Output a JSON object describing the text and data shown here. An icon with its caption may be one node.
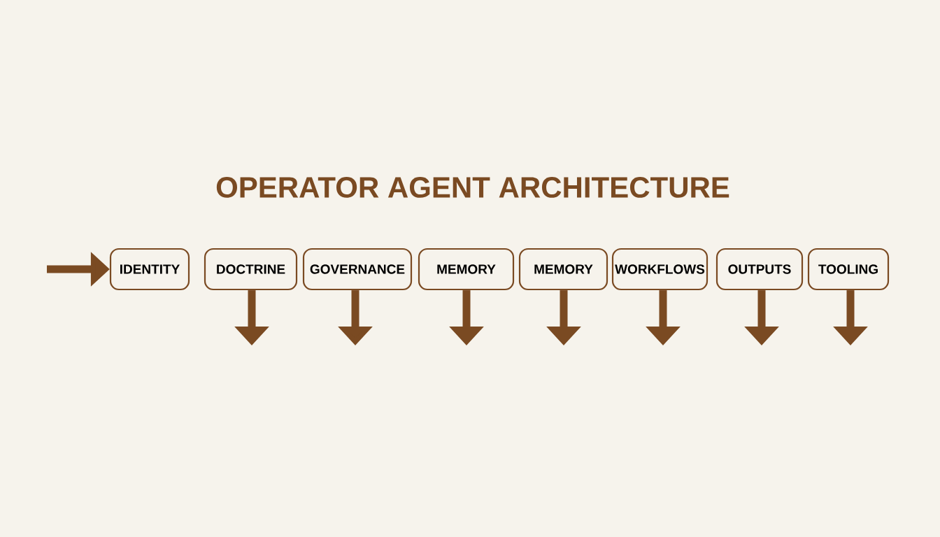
{
  "diagram": {
    "title": "OPERATOR AGENT ARCHITECTURE",
    "nodes": [
      {
        "text": [
          "IDENTITY"
        ]
      },
      {
        "text": [
          "DOCTRINE"
        ]
      },
      {
        "text": [
          "GOVERNANCE"
        ]
      },
      {
        "text": [
          "MEMORY"
        ]
      },
      {
        "text": [
          "MEMORY"
        ]
      },
      {
        "text": [
          "WORKFLOWS"
        ]
      },
      {
        "text": [
          "OUTPUTS"
        ]
      },
      {
        "text": [
          "TOOLING"
        ]
      }
    ],
    "edges": [
      {
        "from": null,
        "to": 0,
        "arrow": "to"
      },
      {
        "from": 1,
        "to": null,
        "arrow": "to"
      },
      {
        "from": 2,
        "to": null,
        "arrow": "to"
      },
      {
        "from": 3,
        "to": null,
        "arrow": "to"
      },
      {
        "from": 4,
        "to": null,
        "arrow": "to"
      },
      {
        "from": 5,
        "to": null,
        "arrow": "to"
      },
      {
        "from": 6,
        "to": null,
        "arrow": "to"
      },
      {
        "from": 7,
        "to": null,
        "arrow": "to"
      }
    ]
  }
}
